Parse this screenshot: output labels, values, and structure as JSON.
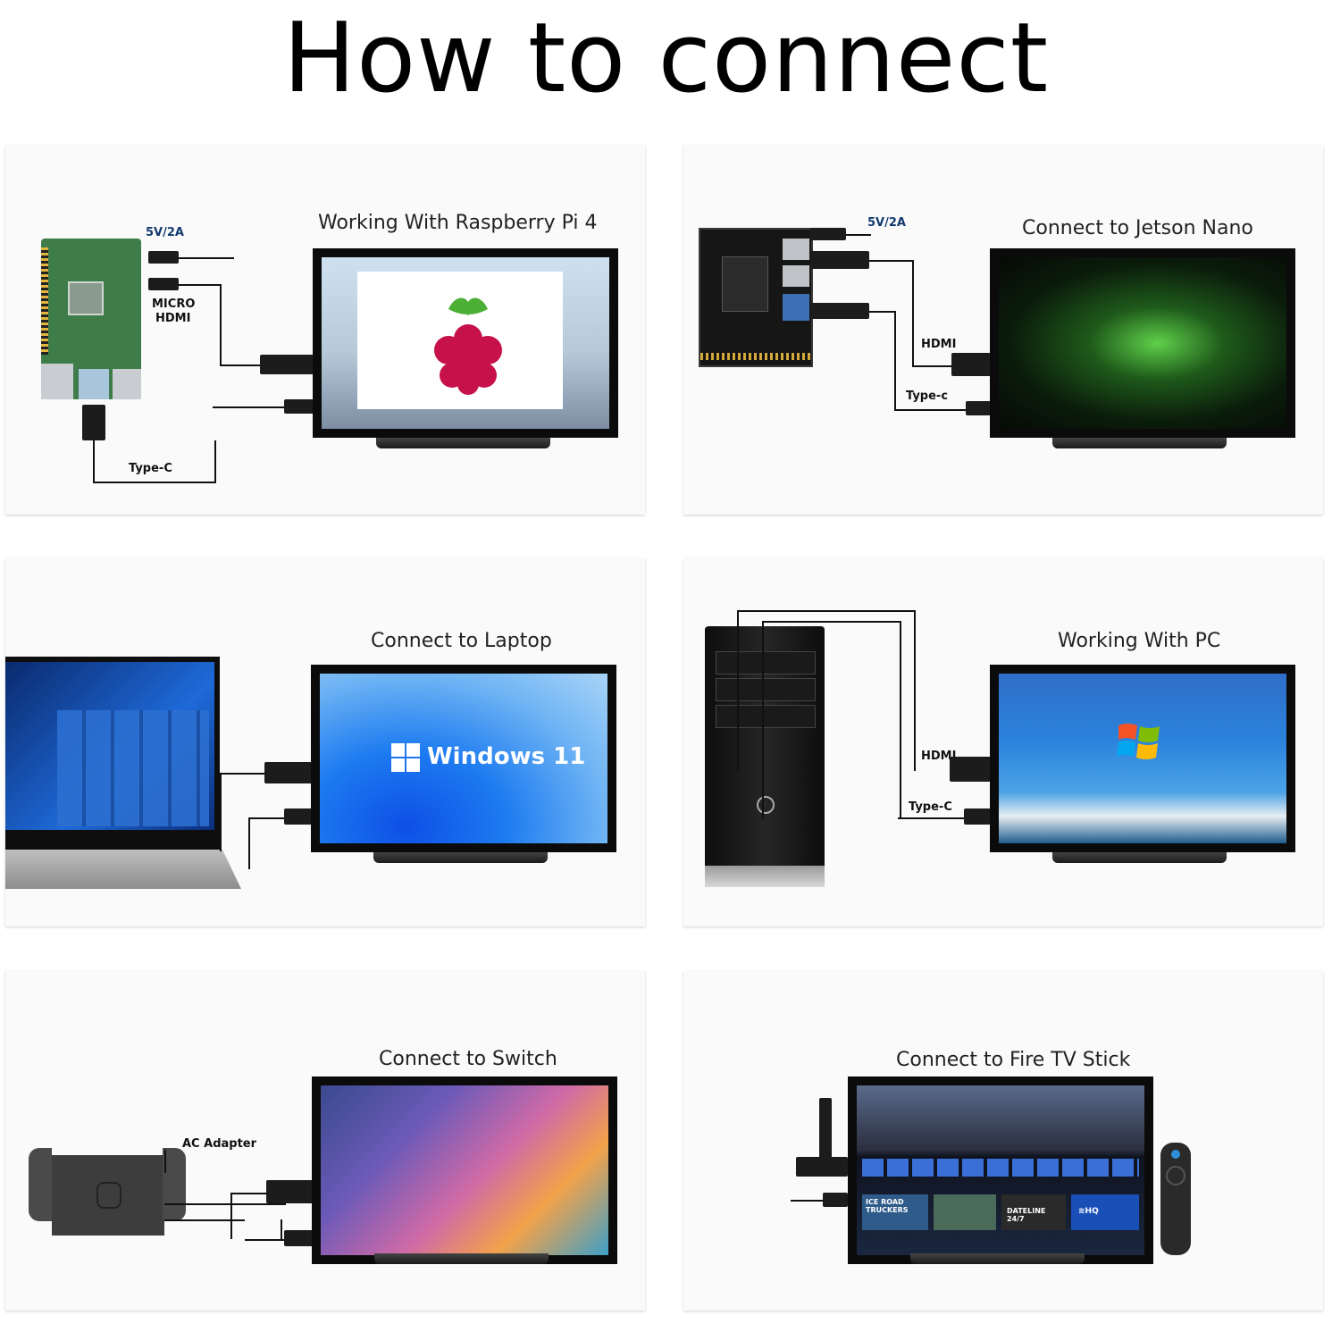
{
  "title": "How to connect",
  "panels": {
    "raspberry": {
      "title": "Working With Raspberry Pi 4",
      "power_label": "5V/2A",
      "video_label": "MICRO\nHDMI",
      "video_label_1": "MICRO",
      "video_label_2": "HDMI",
      "cable_label": "Type-C"
    },
    "jetson": {
      "title": "Connect to Jetson Nano",
      "power_label": "5V/2A",
      "video_label": "HDMI",
      "cable_label": "Type-c"
    },
    "laptop": {
      "title": "Connect to Laptop",
      "screen_text": "Windows 11"
    },
    "pc": {
      "title": "Working With PC",
      "video_label": "HDMI",
      "cable_label": "Type-C"
    },
    "switch": {
      "title": "Connect to Switch",
      "adapter_label": "AC Adapter"
    },
    "firetv": {
      "title": "Connect to Fire TV Stick",
      "tiles": [
        "ICE ROAD TRUCKERS",
        "DATELINE 24/7",
        "≋HQ"
      ]
    }
  },
  "colors": {
    "panel_bg": "#fafafa",
    "label_blue": "#123a6e",
    "pcb_green": "#3e7d4a",
    "win_blue": "#1f5fd6"
  }
}
